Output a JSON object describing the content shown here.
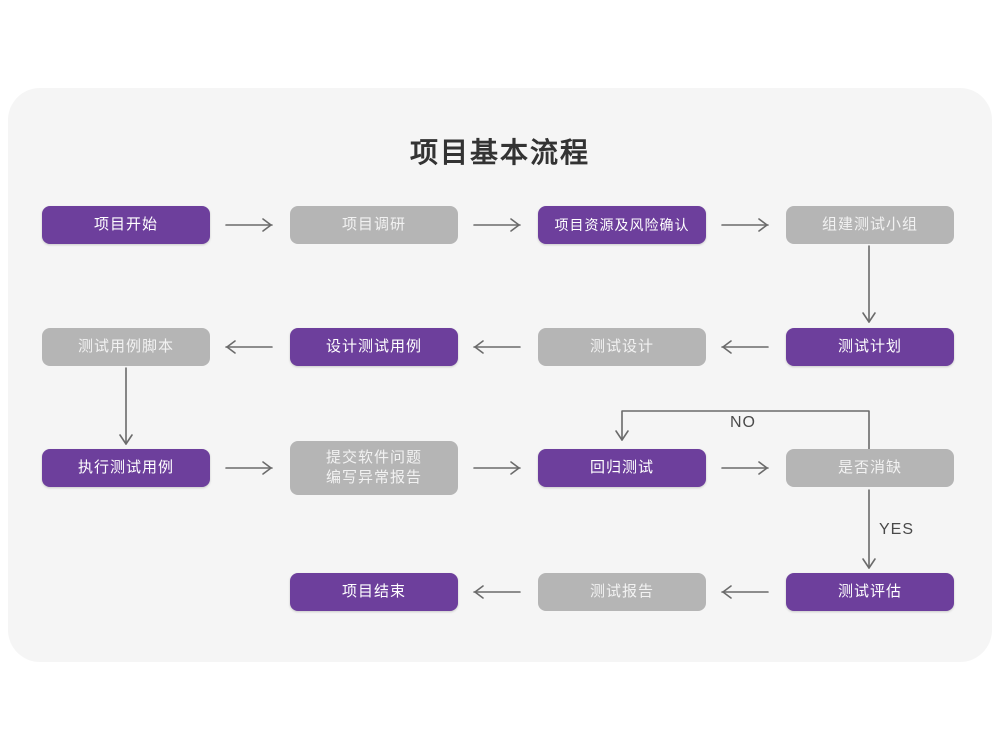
{
  "diagram": {
    "title": "项目基本流程",
    "colors": {
      "panel_background": "#f5f5f5",
      "page_background": "#ffffff",
      "active_node": "#6d3f9c",
      "inactive_node": "#b5b5b5",
      "node_text": "#ffffff",
      "connector": "#6b6b6b",
      "title_text": "#333333"
    },
    "nodes": [
      {
        "id": "n01",
        "label": "项目开始",
        "state": "purple",
        "row": 1,
        "col": 1
      },
      {
        "id": "n02",
        "label": "项目调研",
        "state": "gray",
        "row": 1,
        "col": 2
      },
      {
        "id": "n03",
        "label": "项目资源及风险确认",
        "state": "purple",
        "row": 1,
        "col": 3
      },
      {
        "id": "n04",
        "label": "组建测试小组",
        "state": "gray",
        "row": 1,
        "col": 4
      },
      {
        "id": "n05",
        "label": "测试用例脚本",
        "state": "gray",
        "row": 2,
        "col": 1
      },
      {
        "id": "n06",
        "label": "设计测试用例",
        "state": "purple",
        "row": 2,
        "col": 2
      },
      {
        "id": "n07",
        "label": "测试设计",
        "state": "gray",
        "row": 2,
        "col": 3
      },
      {
        "id": "n08",
        "label": "测试计划",
        "state": "purple",
        "row": 2,
        "col": 4
      },
      {
        "id": "n09",
        "label": "执行测试用例",
        "state": "purple",
        "row": 3,
        "col": 1
      },
      {
        "id": "n10",
        "label": "提交软件问题\n编写异常报告",
        "state": "gray",
        "row": 3,
        "col": 2
      },
      {
        "id": "n11",
        "label": "回归测试",
        "state": "purple",
        "row": 3,
        "col": 3
      },
      {
        "id": "n12",
        "label": "是否消缺",
        "state": "gray",
        "row": 3,
        "col": 4
      },
      {
        "id": "n13",
        "label": "项目结束",
        "state": "purple",
        "row": 4,
        "col": 2
      },
      {
        "id": "n14",
        "label": "测试报告",
        "state": "gray",
        "row": 4,
        "col": 3
      },
      {
        "id": "n15",
        "label": "测试评估",
        "state": "purple",
        "row": 4,
        "col": 4
      }
    ],
    "edge_labels": [
      {
        "id": "e-no",
        "text": "NO"
      },
      {
        "id": "e-yes",
        "text": "YES"
      }
    ],
    "edges": [
      {
        "from": "n01",
        "to": "n02",
        "direction": "right"
      },
      {
        "from": "n02",
        "to": "n03",
        "direction": "right"
      },
      {
        "from": "n03",
        "to": "n04",
        "direction": "right"
      },
      {
        "from": "n04",
        "to": "n08",
        "direction": "down"
      },
      {
        "from": "n08",
        "to": "n07",
        "direction": "left"
      },
      {
        "from": "n07",
        "to": "n06",
        "direction": "left"
      },
      {
        "from": "n06",
        "to": "n05",
        "direction": "left"
      },
      {
        "from": "n05",
        "to": "n09",
        "direction": "down"
      },
      {
        "from": "n09",
        "to": "n10",
        "direction": "right"
      },
      {
        "from": "n10",
        "to": "n11",
        "direction": "right"
      },
      {
        "from": "n11",
        "to": "n12",
        "direction": "right"
      },
      {
        "from": "n12",
        "to": "n11",
        "direction": "loop-up",
        "label": "NO"
      },
      {
        "from": "n12",
        "to": "n15",
        "direction": "down",
        "label": "YES"
      },
      {
        "from": "n15",
        "to": "n14",
        "direction": "left"
      },
      {
        "from": "n14",
        "to": "n13",
        "direction": "left"
      }
    ]
  }
}
